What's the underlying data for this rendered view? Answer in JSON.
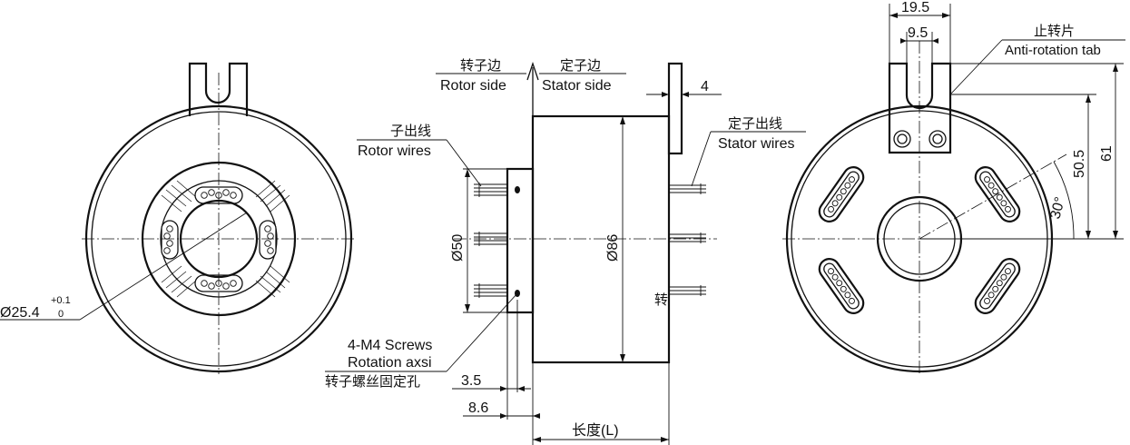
{
  "labels": {
    "bore_dia": "Ø25.4",
    "bore_tol_upper": "+0.1",
    "bore_tol_lower": "0",
    "rotor_side_cn": "转子边",
    "rotor_side_en": "Rotor side",
    "stator_side_cn": "定子边",
    "stator_side_en": "Stator side",
    "rotor_wires_cn": "子出线",
    "rotor_wires_en": "Rotor wires",
    "stator_wires_cn": "定子出线",
    "stator_wires_en": "Stator wires",
    "tab_thickness": "4",
    "flange_dia": "Ø50",
    "body_dia": "Ø86",
    "screws_en": "4-M4 Screws",
    "rotation_en": "Rotation axsi",
    "screws_cn": "转子螺丝固定孔",
    "dim_3_5": "3.5",
    "dim_8_6": "8.6",
    "length_label": "长度(L)",
    "stator_mark_cn": "转",
    "tab_width": "19.5",
    "tab_slot": "9.5",
    "anti_rotation_cn": "止转片",
    "anti_rotation_en": "Anti-rotation tab",
    "dim_50_5": "50.5",
    "dim_61": "61",
    "angle_30": "30°"
  }
}
